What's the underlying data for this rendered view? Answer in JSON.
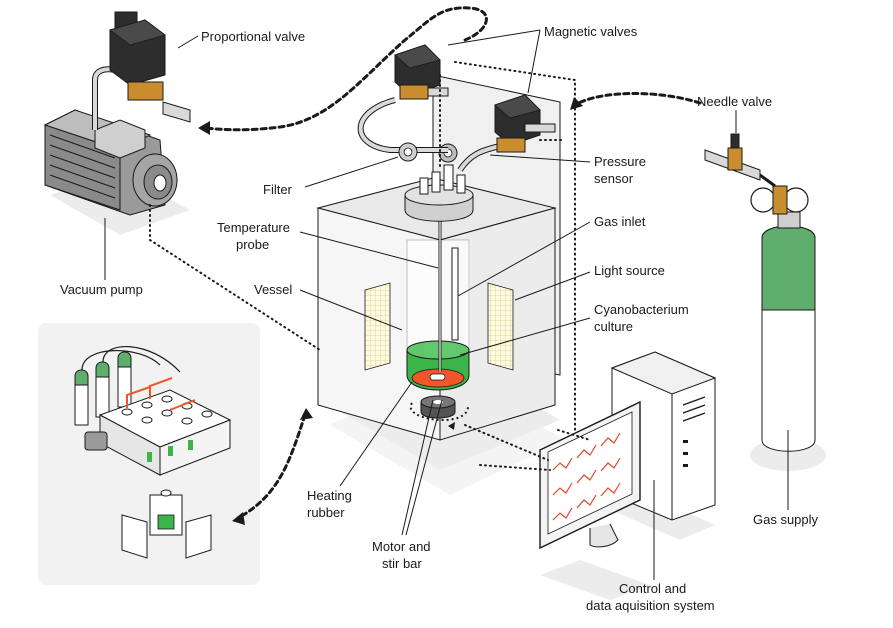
{
  "labels": {
    "proportional_valve": "Proportional valve",
    "magnetic_valves": "Magnetic valves",
    "needle_valve": "Needle valve",
    "vacuum_pump": "Vacuum pump",
    "filter": "Filter",
    "pressure_sensor_1": "Pressure",
    "pressure_sensor_2": "sensor",
    "temperature_probe_1": "Temperature",
    "temperature_probe_2": "probe",
    "gas_inlet": "Gas inlet",
    "vessel": "Vessel",
    "light_source": "Light source",
    "culture_1": "Cyanobacterium",
    "culture_2": "culture",
    "heating_rubber_1": "Heating",
    "heating_rubber_2": "rubber",
    "motor_1": "Motor and",
    "motor_2": "stir bar",
    "control_1": "Control and",
    "control_2": "data aquisition system",
    "gas_supply": "Gas supply"
  },
  "colors": {
    "line": "#1a1a1a",
    "panel": "#f2f2f2",
    "box_front": "#f4f4f4",
    "box_side": "#e6e6e6",
    "shadow": "#ececec",
    "brass": "#c98d2e",
    "pipe": "#d9d9d9",
    "culture_green": "#3bb54a",
    "culture_orange": "#f0562a",
    "cylinder_green": "#5fae6e",
    "pump_grey": "#9a9a9a",
    "chart_red": "#e0452a",
    "light_grid": "#fff5c0"
  }
}
